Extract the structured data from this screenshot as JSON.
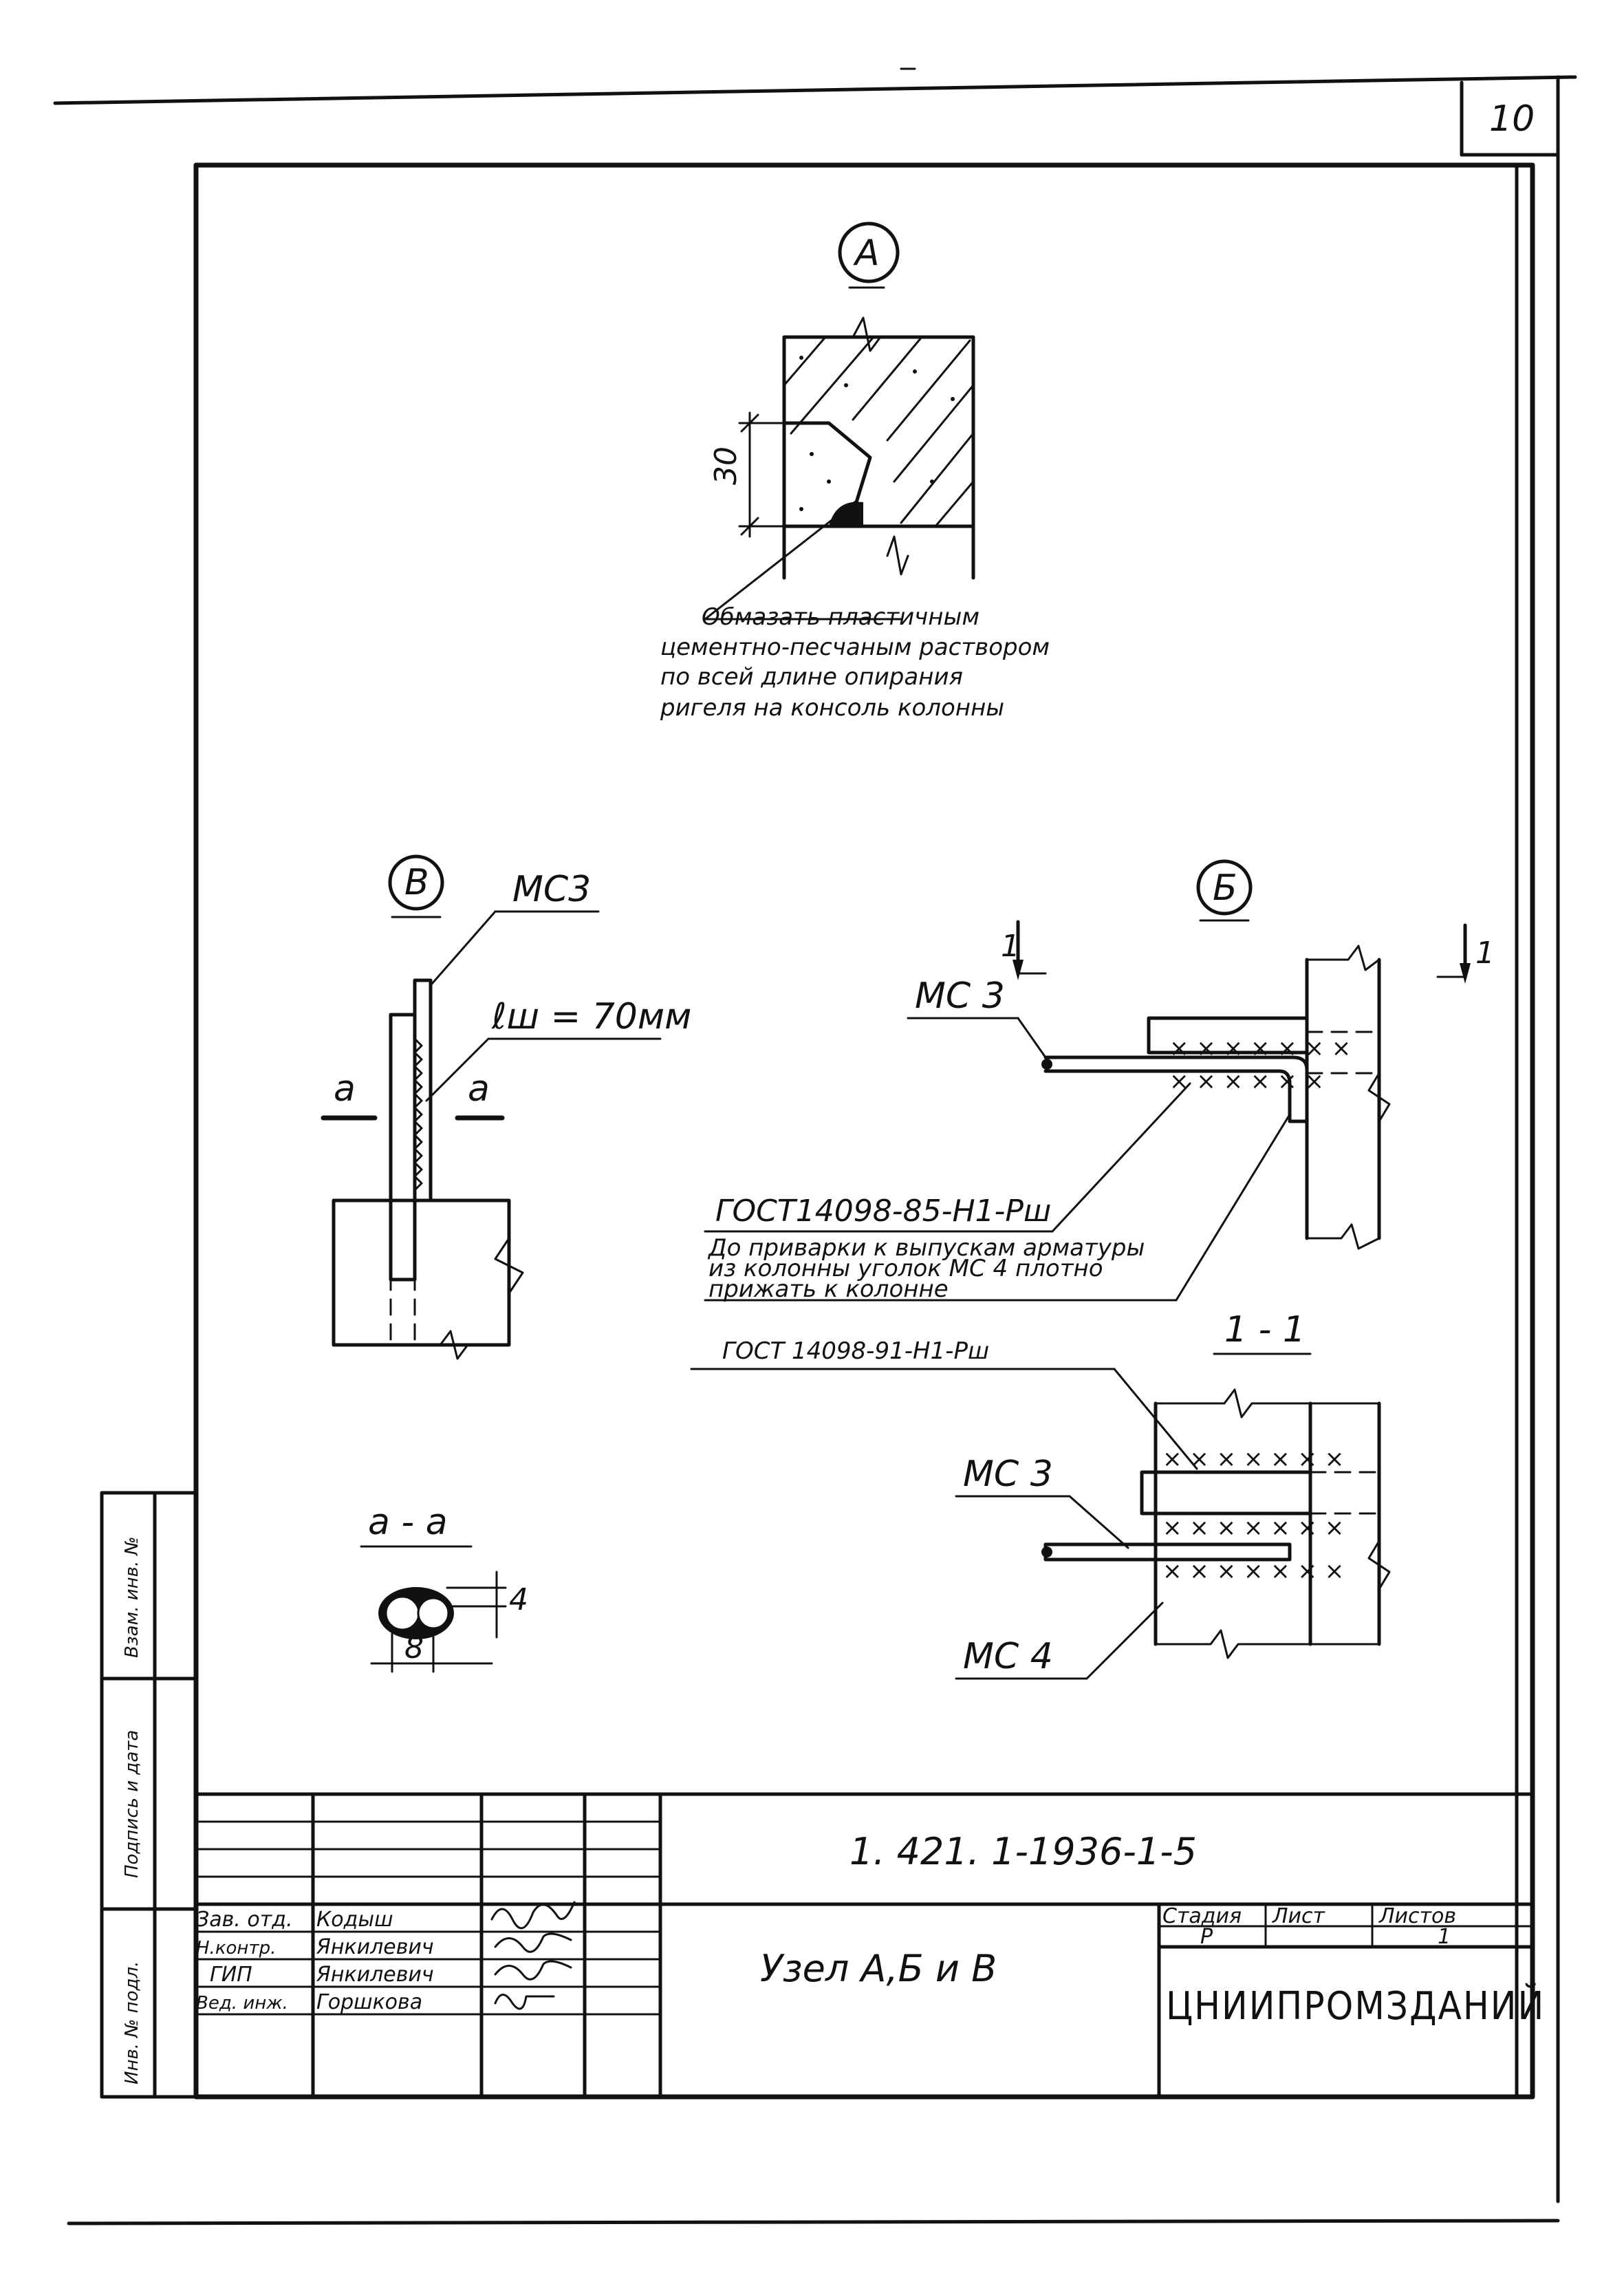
{
  "sheet_number": "10",
  "views": {
    "a_mark": "А",
    "b_mark": "Б",
    "v_mark": "В",
    "dim_30": "30",
    "note_a": [
      "Обмазать пластичным",
      "цементно-песчаным раствором",
      "по всей длине опирания",
      "ригеля на консоль колонны"
    ],
    "v_label_ms3": "МС3",
    "v_weld_length": "ℓш = 70мм",
    "section_cut_left": "а",
    "section_cut_right": "а",
    "b_label_ms3": "МС 3",
    "b_cut_left": "1",
    "b_cut_right": "1",
    "b_gost": "ГОСТ14098-85-Н1-Рш",
    "b_note": [
      "До приварки к выпускам арматуры",
      "из колонны уголок МС 4 плотно",
      "прижать к колонне"
    ],
    "s11_title": "1 - 1",
    "s11_gost": "ГОСТ 14098-91-Н1-Рш",
    "s11_ms3": "МС 3",
    "s11_ms4": "МС 4",
    "aa_title": "а - а",
    "aa_dim_8": "8",
    "aa_dim_4": "4"
  },
  "side_stamp": {
    "vzam_inv": "Взам. инв. №",
    "podpis_data": "Подпись и дата",
    "inv_podl": "Инв. № подл."
  },
  "title_block": {
    "doc_code": "1. 421. 1-1936-1-5",
    "title": "Узел А,Б и В",
    "org": "ЦНИИПРОМЗДАНИЙ",
    "stage_header": "Стадия",
    "sheet_header": "Лист",
    "sheets_header": "Листов",
    "stage_value": "Р",
    "sheets_value": "1",
    "staff": [
      {
        "role": "Зав. отд.",
        "name": "Кодыш"
      },
      {
        "role": "Н.контр.",
        "name": "Янкилевич"
      },
      {
        "role": "ГИП",
        "name": "Янкилевич"
      },
      {
        "role": "Вед. инж.",
        "name": "Горшкова"
      }
    ]
  }
}
